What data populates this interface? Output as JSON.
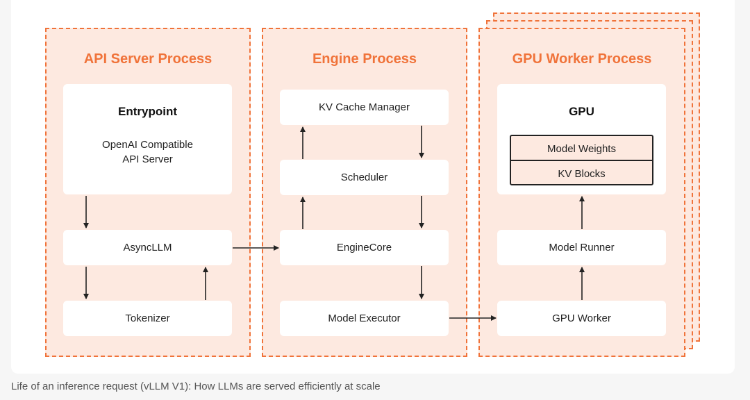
{
  "processes": {
    "api": {
      "title": "API Server Process"
    },
    "engine": {
      "title": "Engine Process"
    },
    "gpu": {
      "title": "GPU Worker Process"
    }
  },
  "api_components": {
    "entrypoint_title": "Entrypoint",
    "entrypoint_line1": "OpenAI Compatible",
    "entrypoint_line2": "API Server",
    "async_llm": "AsyncLLM",
    "tokenizer": "Tokenizer"
  },
  "engine_components": {
    "kv_cache_manager": "KV Cache Manager",
    "scheduler": "Scheduler",
    "engine_core": "EngineCore",
    "model_executor": "Model Executor"
  },
  "gpu_components": {
    "gpu_title": "GPU",
    "model_weights": "Model Weights",
    "kv_blocks": "KV Blocks",
    "model_runner": "Model Runner",
    "gpu_worker": "GPU Worker"
  },
  "caption": "Life of an inference request (vLLM V1): How LLMs are served efficiently at  scale",
  "colors": {
    "accent": "#f0733a",
    "panel_fill": "#fde9e0",
    "box_fill": "#ffffff",
    "arrow": "#222222"
  }
}
